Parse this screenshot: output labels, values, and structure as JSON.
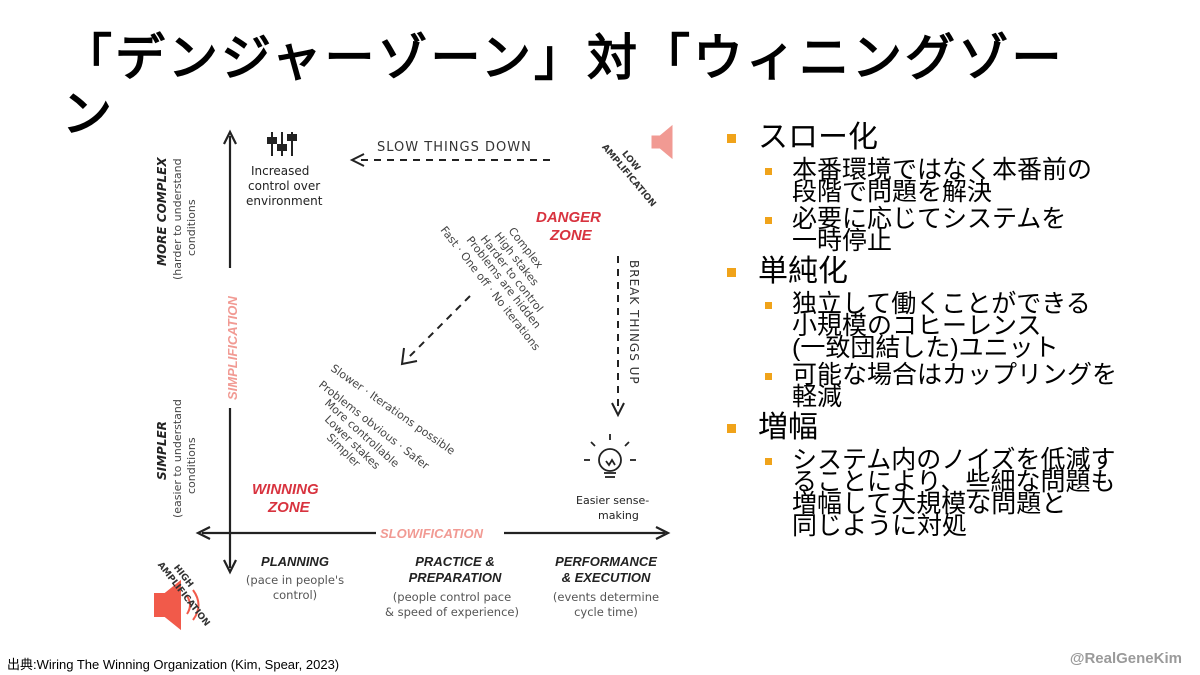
{
  "title": "「デンジャーゾーン」対「ウィニングゾーン",
  "diagram": {
    "top_arrow_label": "SLOW THINGS DOWN",
    "control_text": [
      "Increased",
      "control over",
      "environment"
    ],
    "low_amplification": [
      "LOW",
      "AMPLIFICATION"
    ],
    "high_amplification": [
      "HIGH",
      "AMPLIFICATION"
    ],
    "danger_zone": [
      "DANGER",
      "ZONE"
    ],
    "danger_list": [
      "Complex",
      "High stakes",
      "Harder to control",
      "Problems are hidden",
      "Fast · One off · No iterations"
    ],
    "winning_list": [
      "Slower · Iterations possible",
      "Problems obvious · Safer",
      "More controllable",
      "Lower stakes",
      "Simpler"
    ],
    "winning_zone": [
      "WINNING",
      "ZONE"
    ],
    "break_things_up": "BREAK THINGS UP",
    "sensemaking": [
      "Easier sense-",
      "making"
    ],
    "slowification": "SLOWIFICATION",
    "simplification": "SIMPLIFICATION",
    "more_complex": [
      "MORE COMPLEX",
      "(harder to understand",
      "conditions"
    ],
    "simpler": [
      "SIMPLER",
      "(easier to understand",
      "conditions"
    ],
    "columns": [
      {
        "head": [
          "PLANNING"
        ],
        "sub": [
          "(pace in people's",
          "control)"
        ]
      },
      {
        "head": [
          "PRACTICE &",
          "PREPARATION"
        ],
        "sub": [
          "(people control pace",
          "& speed of experience)"
        ]
      },
      {
        "head": [
          "PERFORMANCE",
          "& EXECUTION"
        ],
        "sub": [
          "(events determine",
          "cycle time)"
        ]
      }
    ],
    "colors": {
      "accent": "#d8333f",
      "pink": "#f19a93",
      "ink": "#333333",
      "bullet": "#f0a31a"
    }
  },
  "bullets": [
    {
      "text": "スロー化",
      "children": [
        "本番環境ではなく本番前の\n段階で問題を解決",
        "必要に応じてシステムを\n一時停止"
      ]
    },
    {
      "text": "単純化",
      "children": [
        "独立して働くことができる\n小規模のコヒーレンス\n(一致団結した)ユニット",
        "可能な場合はカップリングを\n軽減"
      ]
    },
    {
      "text": "増幅",
      "children": [
        "システム内のノイズを低減す\nることにより、些細な問題も\n増幅して大規模な問題と\n同じように対処"
      ]
    }
  ],
  "footer": {
    "source": "出典:Wiring The Winning Organization (Kim, Spear, 2023)",
    "handle": "@RealGeneKim"
  }
}
